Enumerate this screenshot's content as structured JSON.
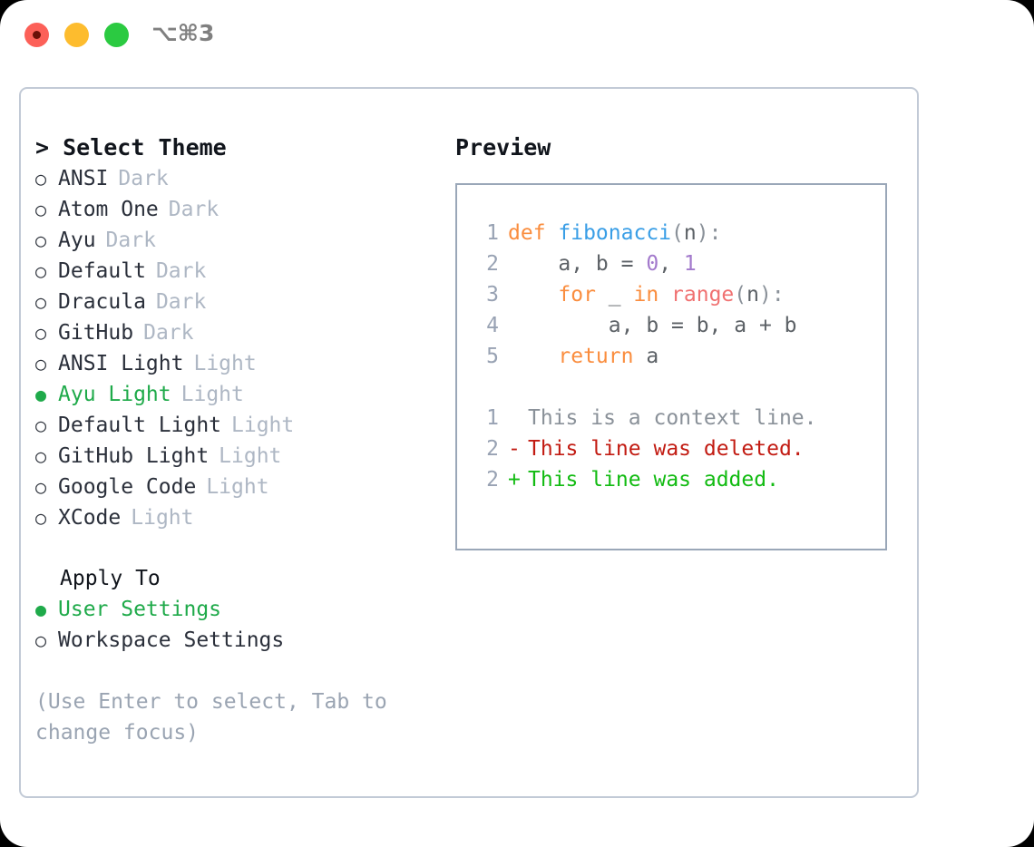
{
  "titlebar": {
    "buttons": [
      {
        "name": "close",
        "color": "#fc6058"
      },
      {
        "name": "minimize",
        "color": "#fdbc2e"
      },
      {
        "name": "maximize",
        "color": "#2bca41"
      }
    ],
    "shortcut": "⌥⌘3"
  },
  "left": {
    "heading": "> Select Theme",
    "themes": [
      {
        "marker": "○",
        "name": "ANSI",
        "category": "Dark",
        "selected": false
      },
      {
        "marker": "○",
        "name": "Atom One",
        "category": "Dark",
        "selected": false
      },
      {
        "marker": "○",
        "name": "Ayu",
        "category": "Dark",
        "selected": false
      },
      {
        "marker": "○",
        "name": "Default",
        "category": "Dark",
        "selected": false
      },
      {
        "marker": "○",
        "name": "Dracula",
        "category": "Dark",
        "selected": false
      },
      {
        "marker": "○",
        "name": "GitHub",
        "category": "Dark",
        "selected": false
      },
      {
        "marker": "○",
        "name": "ANSI Light",
        "category": "Light",
        "selected": false
      },
      {
        "marker": "●",
        "name": "Ayu Light",
        "category": "Light",
        "selected": true
      },
      {
        "marker": "○",
        "name": "Default Light",
        "category": "Light",
        "selected": false
      },
      {
        "marker": "○",
        "name": "GitHub Light",
        "category": "Light",
        "selected": false
      },
      {
        "marker": "○",
        "name": "Google Code",
        "category": "Light",
        "selected": false
      },
      {
        "marker": "○",
        "name": "XCode",
        "category": "Light",
        "selected": false
      }
    ],
    "apply_to": {
      "title": "Apply To",
      "options": [
        {
          "marker": "●",
          "label": "User Settings",
          "selected": true
        },
        {
          "marker": "○",
          "label": "Workspace Settings",
          "selected": false
        }
      ]
    },
    "hint": "(Use Enter to select, Tab to change focus)"
  },
  "right": {
    "heading": "Preview",
    "code": [
      {
        "lineno": "1",
        "tokens": [
          {
            "text": "def ",
            "type": "kw"
          },
          {
            "text": "fibonacci",
            "type": "fn"
          },
          {
            "text": "(",
            "type": "punc"
          },
          {
            "text": "n",
            "type": "plain"
          },
          {
            "text": "):",
            "type": "punc"
          }
        ]
      },
      {
        "lineno": "2",
        "tokens": [
          {
            "text": "    a, b = ",
            "type": "plain"
          },
          {
            "text": "0",
            "type": "num"
          },
          {
            "text": ", ",
            "type": "plain"
          },
          {
            "text": "1",
            "type": "num"
          }
        ]
      },
      {
        "lineno": "3",
        "tokens": [
          {
            "text": "    ",
            "type": "plain"
          },
          {
            "text": "for",
            "type": "kw"
          },
          {
            "text": " _ ",
            "type": "plain"
          },
          {
            "text": "in",
            "type": "kw"
          },
          {
            "text": " ",
            "type": "plain"
          },
          {
            "text": "range",
            "type": "built"
          },
          {
            "text": "(",
            "type": "punc"
          },
          {
            "text": "n",
            "type": "plain"
          },
          {
            "text": "):",
            "type": "punc"
          }
        ]
      },
      {
        "lineno": "4",
        "tokens": [
          {
            "text": "        a, b = b, a + b",
            "type": "plain"
          }
        ]
      },
      {
        "lineno": "5",
        "tokens": [
          {
            "text": "    ",
            "type": "plain"
          },
          {
            "text": "return",
            "type": "kw"
          },
          {
            "text": " a",
            "type": "plain"
          }
        ]
      }
    ],
    "diff": [
      {
        "lineno": "1",
        "sign": " ",
        "text": "This is a context line.",
        "kind": "context"
      },
      {
        "lineno": "2",
        "sign": "-",
        "text": "This line was deleted.",
        "kind": "del"
      },
      {
        "lineno": "2",
        "sign": "+",
        "text": "This line was added.",
        "kind": "add"
      }
    ]
  }
}
